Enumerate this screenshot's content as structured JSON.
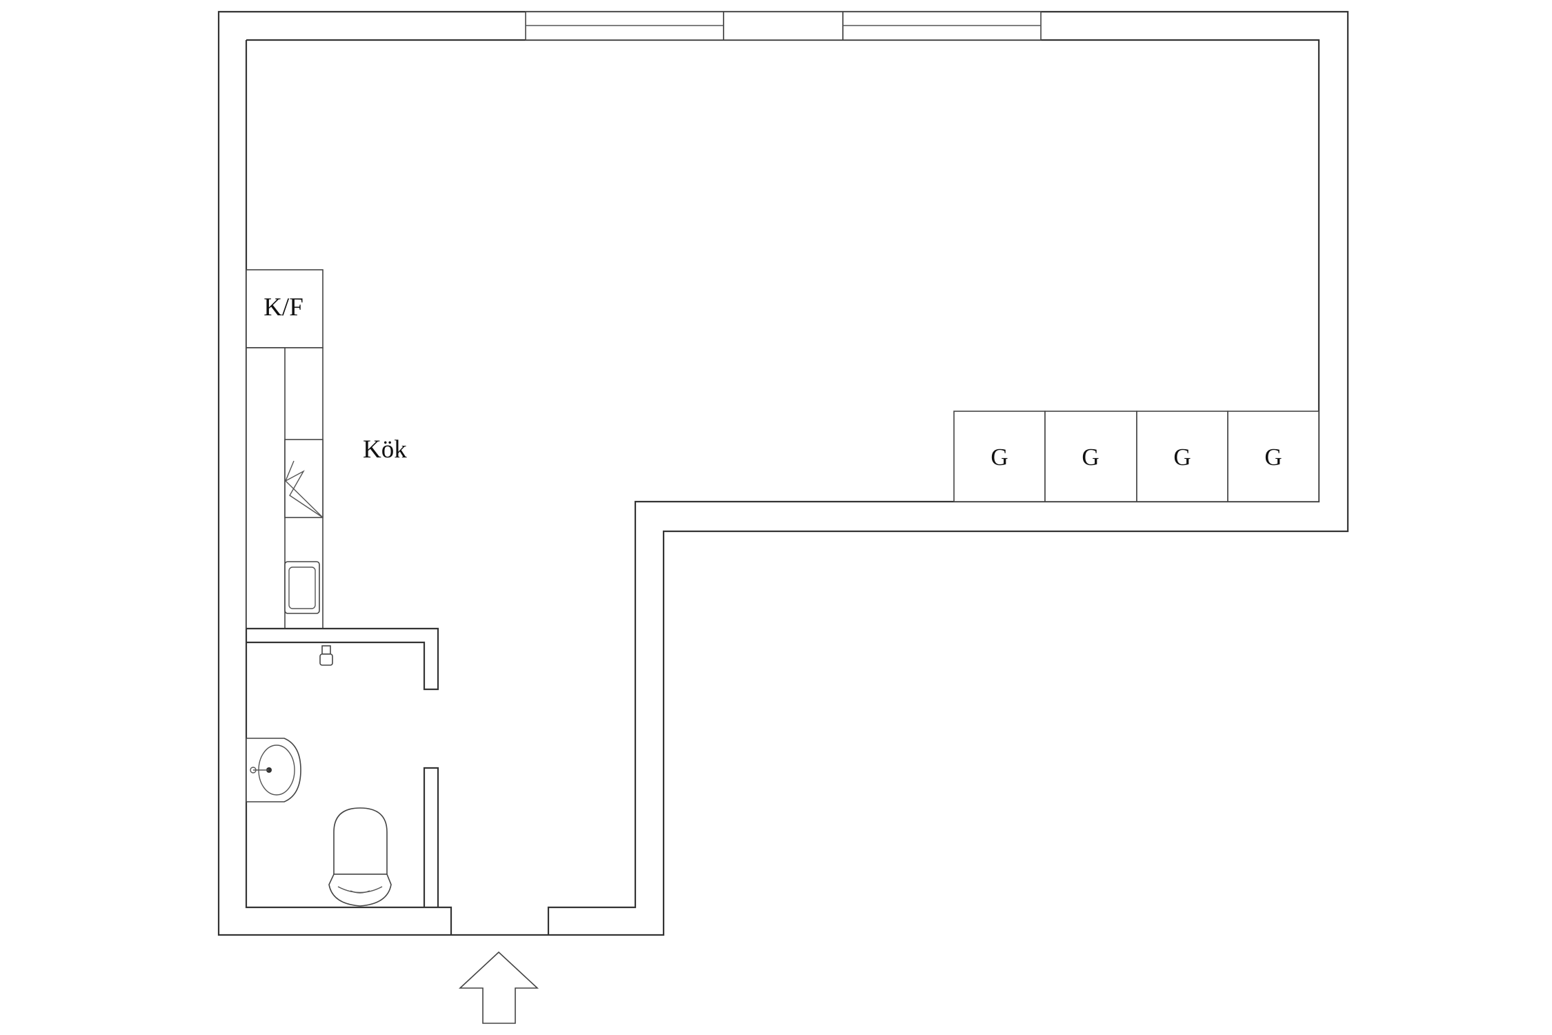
{
  "plan": {
    "rooms": {
      "kitchen": {
        "label": "Kök"
      }
    },
    "fixtures": {
      "fridge_freezer": {
        "label": "K/F"
      },
      "wardrobes": [
        {
          "label": "G"
        },
        {
          "label": "G"
        },
        {
          "label": "G"
        },
        {
          "label": "G"
        }
      ]
    },
    "entrance": {
      "icon": "entrance-arrow-icon"
    },
    "colors": {
      "line": "#333333",
      "background": "#ffffff"
    }
  }
}
